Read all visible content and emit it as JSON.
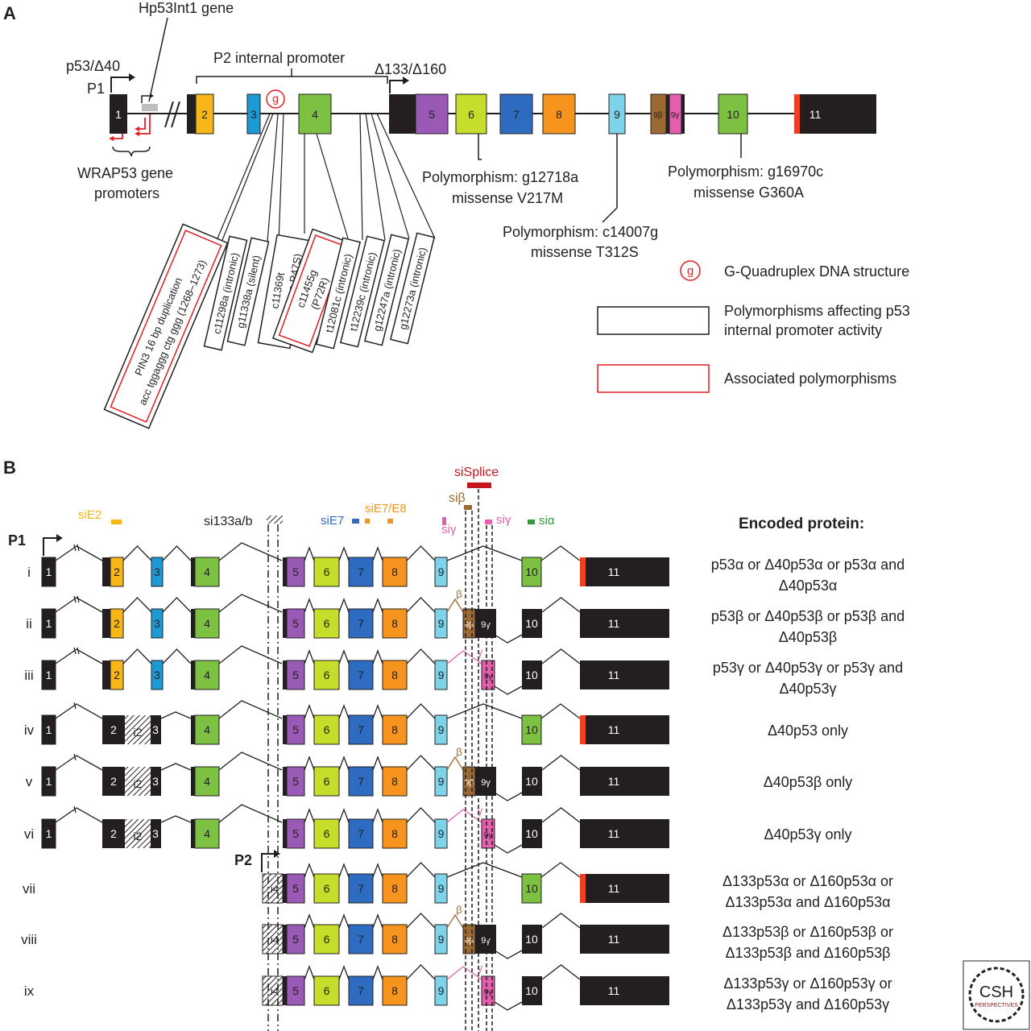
{
  "panelA": {
    "label": "A",
    "hp53int1": "Hp53Int1 gene",
    "p53d40": "p53/Δ40",
    "p1": "P1",
    "p2internal": "P2 internal promoter",
    "d133": "Δ133/Δ160",
    "wrap53_line1": "WRAP53 gene",
    "wrap53_line2": "promoters",
    "g_symbol": "g",
    "exons": [
      "1",
      "2",
      "3",
      "4",
      "5",
      "6",
      "7",
      "8",
      "9",
      "9β",
      "9γ",
      "10",
      "11"
    ],
    "poly_g12718a": [
      "Polymorphism: g12718a",
      "missense V217M"
    ],
    "poly_c14007g": [
      "Polymorphism: c14007g",
      "missense T312S"
    ],
    "poly_g16970c": [
      "Polymorphism: g16970c",
      "missense G360A"
    ],
    "boxes": [
      [
        "PIN3 16 bp duplication",
        "acc tggaggg ctg ggg (1268–1273)"
      ],
      [
        "c11298a (intronic)"
      ],
      [
        "g11338a (silent)"
      ],
      [
        "c11369t",
        "(missense P47S)"
      ],
      [
        "c11455g",
        "(P72R)"
      ],
      [
        "t12081c (intronic)"
      ],
      [
        "t12239c (intronic)"
      ],
      [
        "g12247a (intronic)"
      ],
      [
        "g12273a (intronic)"
      ]
    ],
    "legend": {
      "gquad": "G-Quadruplex DNA structure",
      "black_line1": "Polymorphisms affecting p53",
      "black_line2": "internal promoter activity",
      "red": "Associated polymorphisms"
    }
  },
  "panelB": {
    "label": "B",
    "siSplice": "siSplice",
    "siB": "siβ",
    "siE2": "siE2",
    "si133": "si133a/b",
    "siE7": "siE7",
    "siE7E8": "siE7/E8",
    "siG": "siγ",
    "siA": "siα",
    "p1": "P1",
    "p2": "P2",
    "encoded_title": "Encoded protein:",
    "beta": "β",
    "gamma": "γ",
    "exons": {
      "e1": "1",
      "e2": "2",
      "e3": "3",
      "e4": "4",
      "e5": "5",
      "e6": "6",
      "e7": "7",
      "e8": "8",
      "e9": "9",
      "e9b": "9β",
      "e9g": "9γ",
      "e10": "10",
      "e11": "11",
      "i2": "i2",
      "i4": "i4"
    },
    "rows": [
      {
        "numeral": "i",
        "line1": "p53α or Δ40p53α or p53α and",
        "line2": "Δ40p53α"
      },
      {
        "numeral": "ii",
        "line1": "p53β or Δ40p53β or p53β and",
        "line2": "Δ40p53β"
      },
      {
        "numeral": "iii",
        "line1": "p53γ or Δ40p53γ or p53γ and",
        "line2": "Δ40p53γ"
      },
      {
        "numeral": "iv",
        "line1": "Δ40p53 only",
        "line2": ""
      },
      {
        "numeral": "v",
        "line1": "Δ40p53β only",
        "line2": ""
      },
      {
        "numeral": "vi",
        "line1": "Δ40p53γ only",
        "line2": ""
      },
      {
        "numeral": "vii",
        "line1": "Δ133p53α or Δ160p53α or",
        "line2": "Δ133p53α and Δ160p53α"
      },
      {
        "numeral": "viii",
        "line1": "Δ133p53β or Δ160p53β or",
        "line2": "Δ133p53β and Δ160p53β"
      },
      {
        "numeral": "ix",
        "line1": "Δ133p53γ or Δ160p53γ or",
        "line2": "Δ133p53γ and Δ160p53γ"
      }
    ]
  },
  "logo": {
    "line1": "CSH",
    "line2": "PERSPECTIVES"
  },
  "colors": {
    "black": "#231f20",
    "e2": "#f7b718",
    "e3": "#1b9ad6",
    "e4": "#7cc142",
    "e5": "#9b59b6",
    "e6": "#c6dd2b",
    "e7": "#2e6cc1",
    "e8": "#f7941d",
    "e9": "#7dd4ea",
    "e9b": "#9b6a34",
    "e9g": "#e35fae",
    "e10": "#7cc142",
    "e11mark": "#ef4023",
    "red": "#e31e24",
    "wrapred": "#e31e24"
  }
}
